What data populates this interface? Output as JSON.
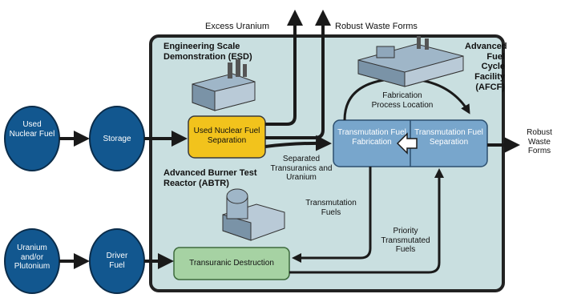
{
  "top_outputs": {
    "excess_uranium": "Excess Uranium",
    "robust_waste_forms": "Robust Waste Forms"
  },
  "left_inputs": {
    "used_nuclear_fuel": "Used Nuclear Fuel",
    "storage": "Storage",
    "uranium_plutonium": "Uranium and/or Plutonium",
    "driver_fuel": "Driver Fuel"
  },
  "regions": {
    "esd": "Engineering Scale Demonstration (ESD)",
    "afcf": "Advanced Fuel Cycle Facility (AFCF)",
    "abtr": "Advanced Burner Test Reactor (ABTR)"
  },
  "boxes": {
    "used_fuel_separation": "Used Nuclear Fuel Separation",
    "transmutation_fabrication": "Transmutation Fuel Fabrication",
    "transmutation_separation": "Transmutation Fuel Separation",
    "transuranic_destruction": "Transuranic Destruction"
  },
  "flow_labels": {
    "fabrication_process_location": "Fabrication Process Location",
    "separated_transuranics": "Separated Transuranics and Uranium",
    "transmutation_fuels": "Transmutation Fuels",
    "priority_transmutated_fuels": "Priority Transmutated Fuels"
  },
  "right_output": "Robust Waste Forms",
  "colors": {
    "panel": "#c9dfe0",
    "oval": "#12578f",
    "yellow_box": "#f2c31c",
    "blue_box": "#78a6cc",
    "green_box": "#a6d2a3"
  }
}
